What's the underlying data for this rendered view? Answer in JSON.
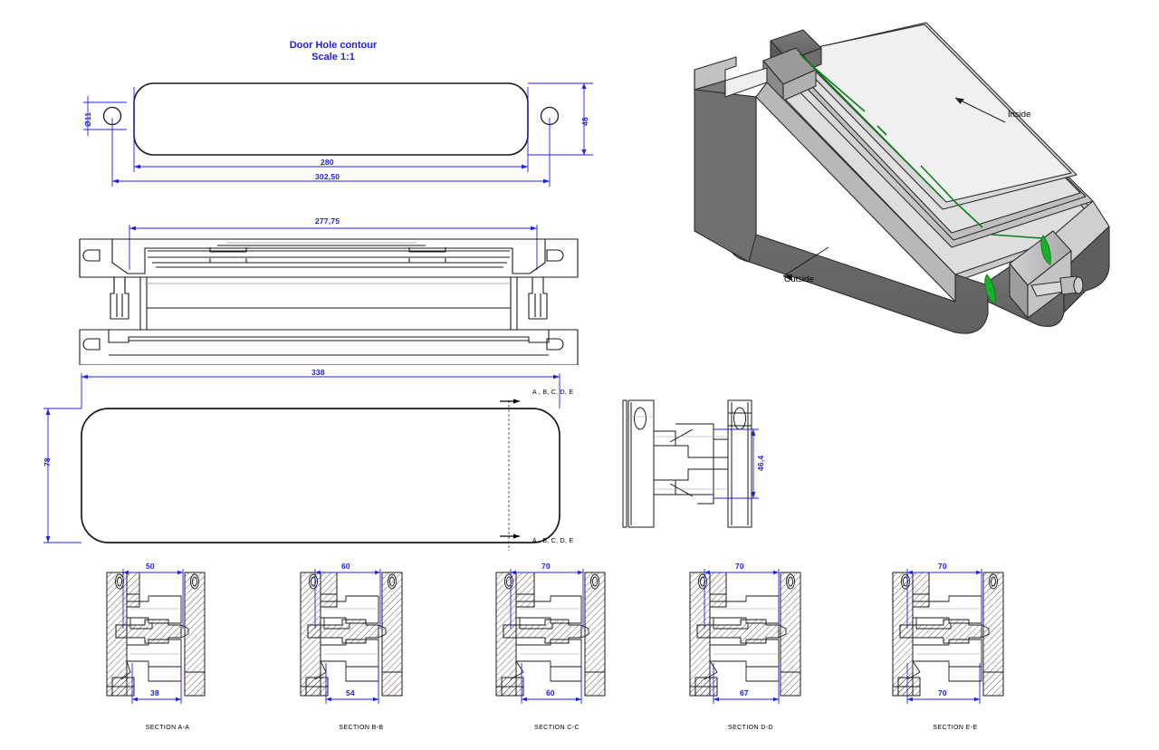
{
  "drawing": {
    "title_line1": "Door Hole contour",
    "title_line2": "Scale 1:1",
    "accent_color": "#2020ee",
    "line_color": "#1a1a1a",
    "seal_color": "#11a022",
    "body_dark": "#6f6f6f",
    "body_light": "#d6d6d6"
  },
  "view_contour": {
    "name": "door-hole-contour",
    "dim_hole_diameter": "Ø11",
    "dim_height": "48",
    "dim_inner_width": "280",
    "dim_overall_width": "302,50"
  },
  "view_elevation": {
    "name": "front-elevation-section",
    "dim_width": "277,75"
  },
  "view_plan": {
    "name": "plan-outline",
    "dim_width": "338",
    "dim_height": "78",
    "datum_top": "A , B, C, D, E",
    "datum_bottom": "A , B, C, D, E"
  },
  "view_side": {
    "name": "side-profile",
    "dim_height": "46,4"
  },
  "view_iso": {
    "name": "isometric-3d-model",
    "label_inside": "Inside",
    "label_outside": "Outside"
  },
  "sections": [
    {
      "id": "A",
      "label": "SECTION A-A",
      "dim_top": "50",
      "dim_bottom": "38"
    },
    {
      "id": "B",
      "label": "SECTION B-B",
      "dim_top": "60",
      "dim_bottom": "54"
    },
    {
      "id": "C",
      "label": "SECTION C-C",
      "dim_top": "70",
      "dim_bottom": "60"
    },
    {
      "id": "D",
      "label": "SECTION D-D",
      "dim_top": "70",
      "dim_bottom": "67"
    },
    {
      "id": "E",
      "label": "SECTION E-E",
      "dim_top": "70",
      "dim_bottom": "70"
    }
  ]
}
